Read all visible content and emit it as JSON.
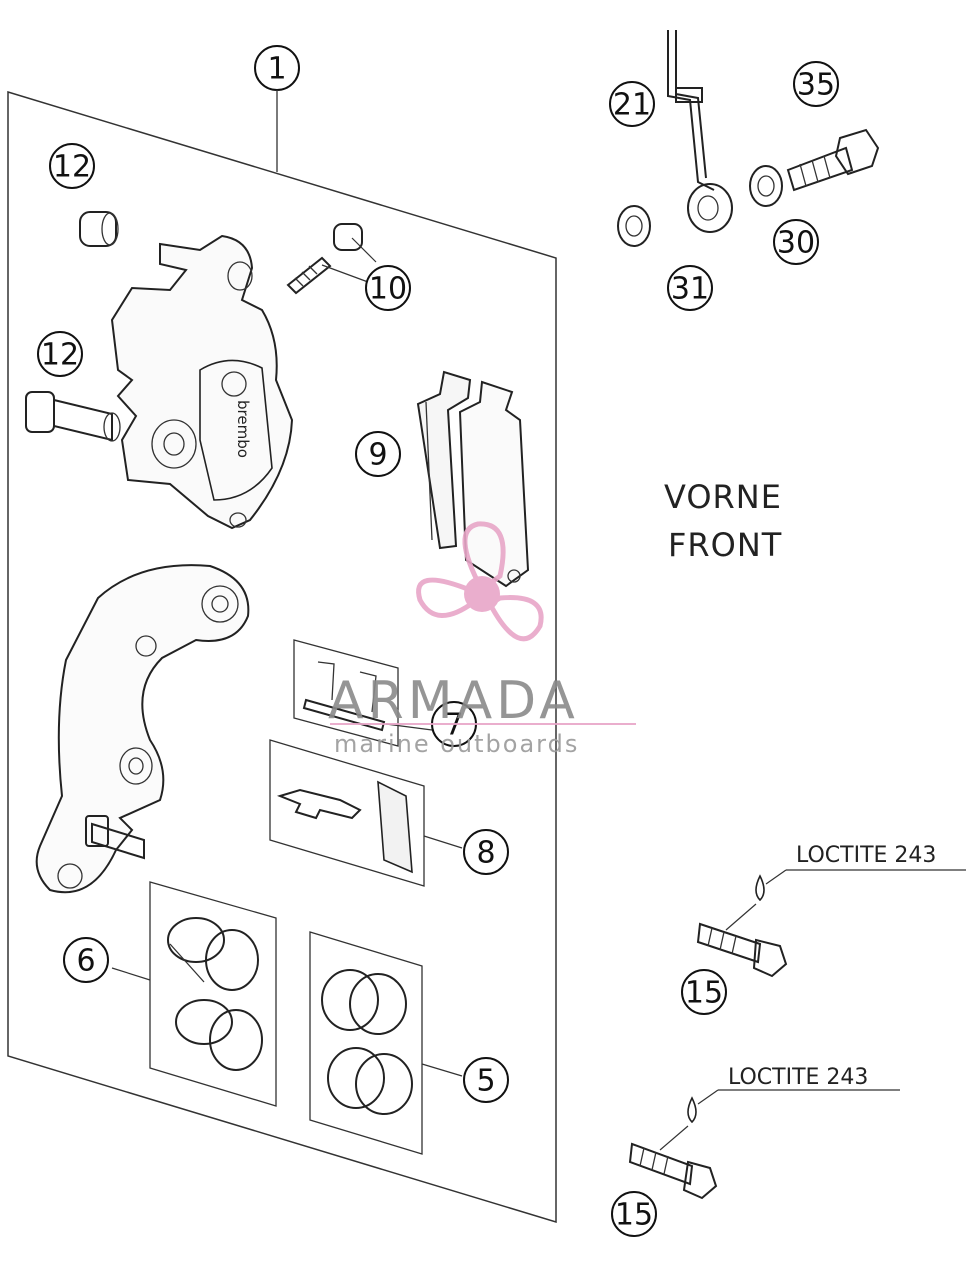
{
  "callouts": {
    "c1": "1",
    "c12a": "12",
    "c12b": "12",
    "c10": "10",
    "c9": "9",
    "c7": "7",
    "c8": "8",
    "c6": "6",
    "c5": "5",
    "c21": "21",
    "c35": "35",
    "c30": "30",
    "c31": "31",
    "c15a": "15",
    "c15b": "15"
  },
  "labels": {
    "vorne": "VORNE",
    "front": "FRONT",
    "loctite_top": "LOCTITE 243",
    "loctite_bottom": "LOCTITE 243"
  },
  "watermark": {
    "title": "ARMADA",
    "subtitle": "marine outboards",
    "color_pink": "#e8a6c8"
  },
  "caliper_logo_text": "brembo"
}
